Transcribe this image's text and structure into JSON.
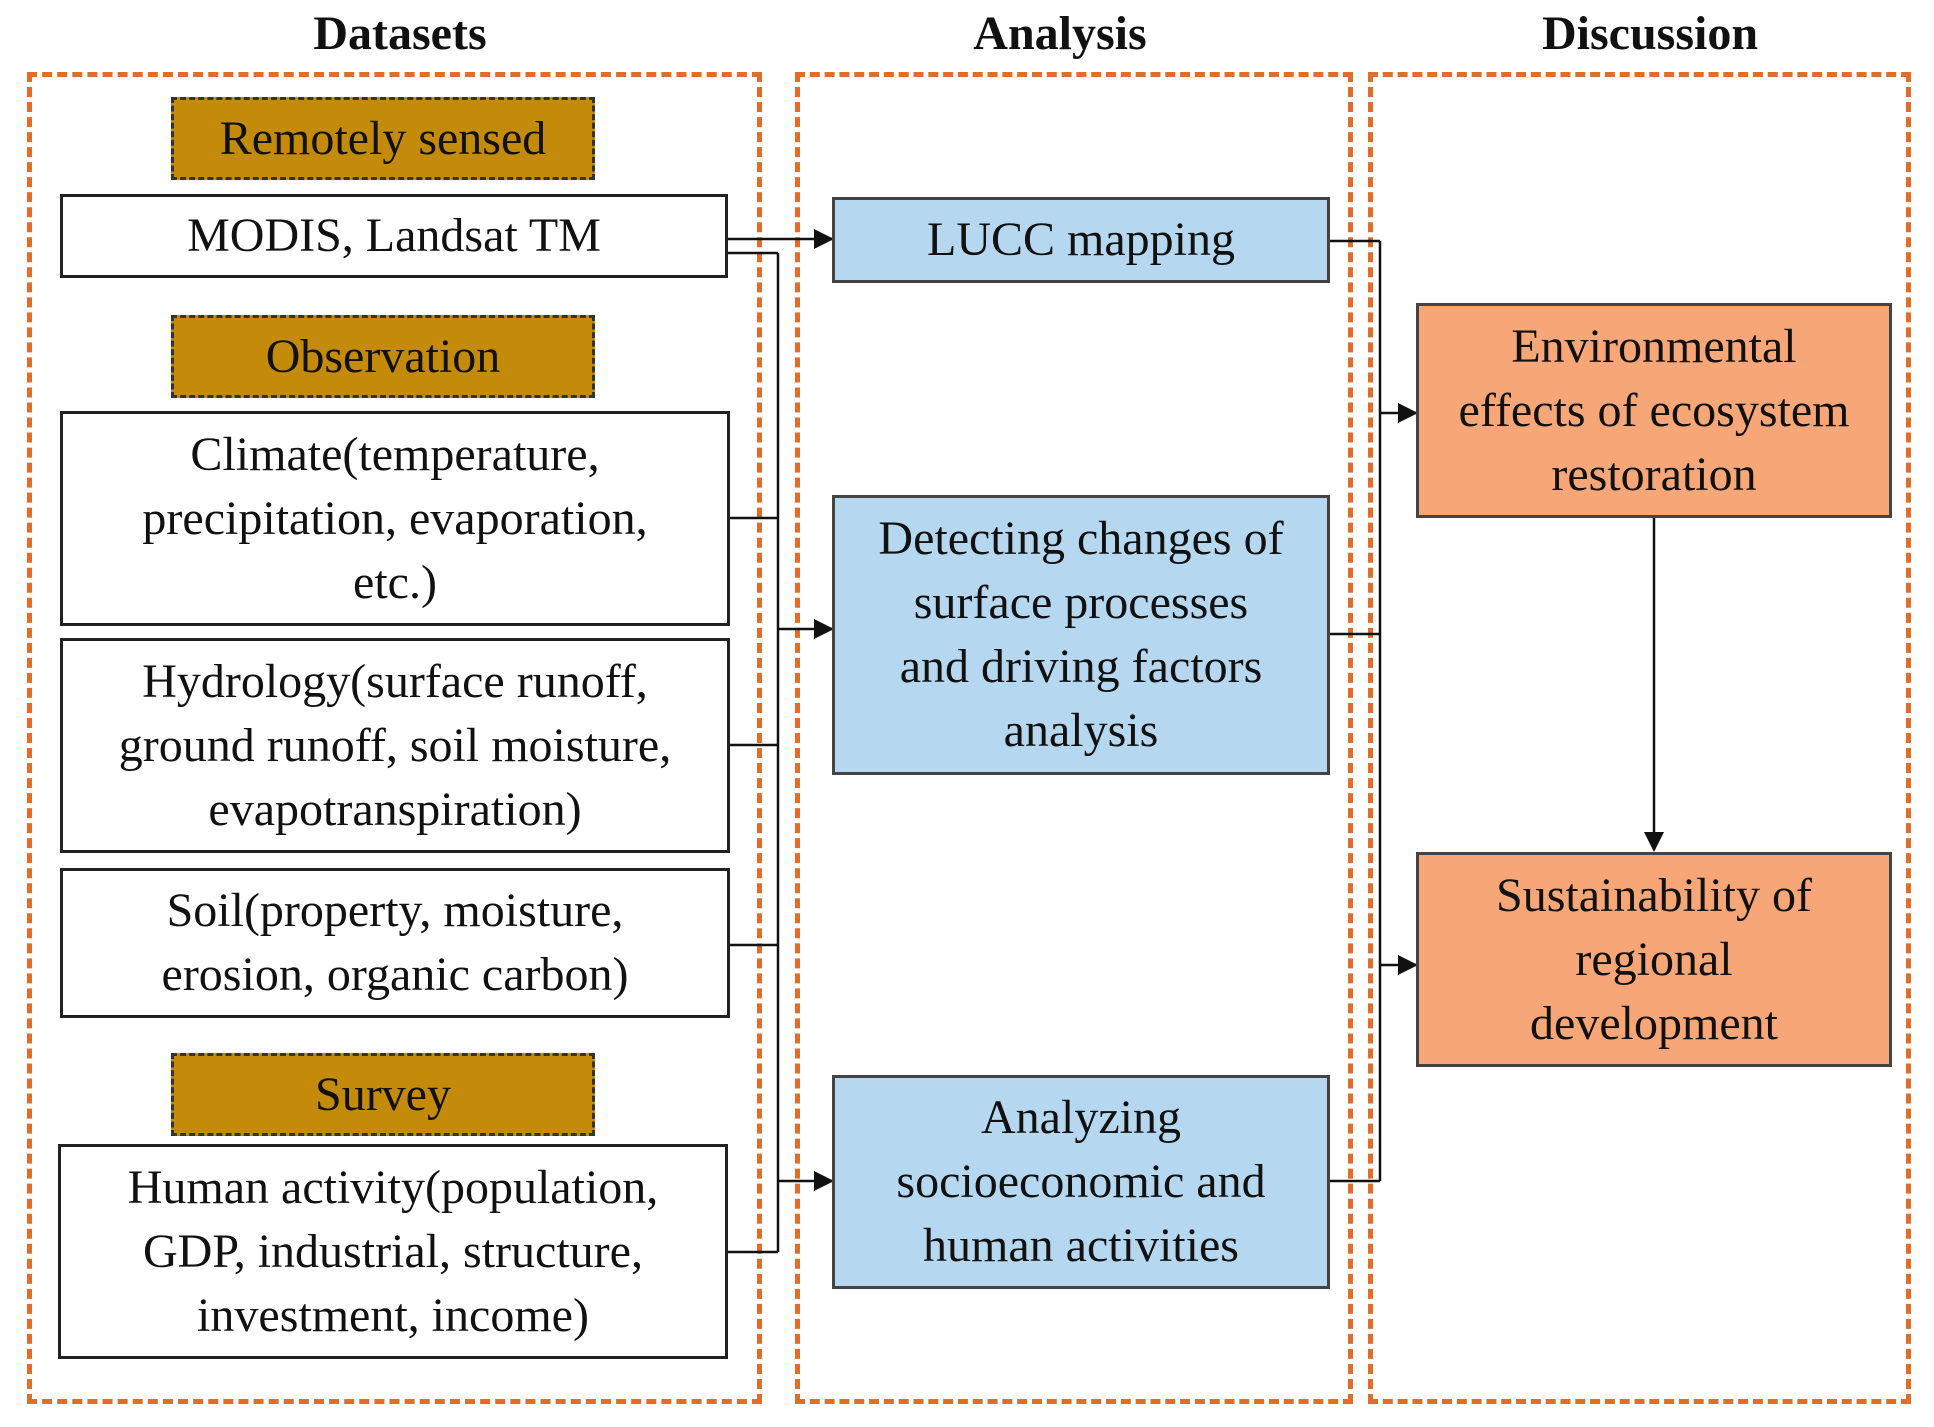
{
  "headers": {
    "datasets": "Datasets",
    "analysis": "Analysis",
    "discussion": "Discussion"
  },
  "categories": {
    "remote": "Remotely sensed",
    "observation": "Observation",
    "survey": "Survey"
  },
  "datasets": {
    "modis": "MODIS, Landsat TM",
    "climate": "Climate(temperature,\nprecipitation, evaporation,\netc.)",
    "hydrology": "Hydrology(surface runoff,\nground runoff, soil moisture,\nevapotranspiration)",
    "soil": "Soil(property, moisture,\nerosion, organic carbon)",
    "human": "Human activity(population,\nGDP, industrial, structure,\ninvestment, income)"
  },
  "analysis": {
    "lucc": "LUCC mapping",
    "detecting": "Detecting changes of\nsurface processes\nand driving factors\nanalysis",
    "socio": "Analyzing\nsocioeconomic and\nhuman activities"
  },
  "discussion": {
    "environmental": "Environmental\neffects of ecosystem\nrestoration",
    "sustainability": "Sustainability of\nregional\ndevelopment"
  },
  "colors": {
    "frame": "#e06d2a",
    "category": "#c48a0a",
    "analysis_box": "#b5d8f0",
    "discussion_box": "#f7a677"
  }
}
